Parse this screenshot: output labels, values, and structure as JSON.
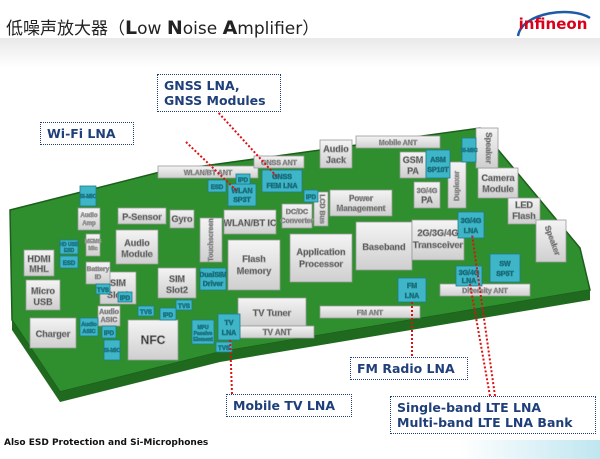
{
  "title": {
    "chinese": "低噪声放大器",
    "open": "（",
    "l_initial": "L",
    "l_rest": "ow ",
    "n_initial": "N",
    "n_rest": "oise ",
    "a_initial": "A",
    "a_rest": "mplifier",
    "close": "）"
  },
  "logo": {
    "text": "infineon",
    "color": "#d9001b"
  },
  "callouts": {
    "gnss": [
      "GNSS LNA,",
      "GNSS Modules"
    ],
    "wifi": "Wi-Fi LNA",
    "fm": "FM Radio LNA",
    "mobile_tv": "Mobile TV LNA",
    "lte": [
      "Single-band LTE LNA",
      "Multi-band LTE LNA Bank"
    ]
  },
  "board": {
    "color": "#2e8b2e",
    "chip_color": "#e4e4e4",
    "lna_color": "#3fb6c8",
    "chips": {
      "hdmi": [
        "HDMI",
        "MHL"
      ],
      "micro_usb": [
        "Micro",
        "USB"
      ],
      "charger": "Charger",
      "audio_asic": [
        "Audio",
        "ASIC"
      ],
      "battery_id": [
        "Battery",
        "ID"
      ],
      "p_sensor": "P-Sensor",
      "gyro": "Gyro",
      "audio_module": [
        "Audio",
        "Module"
      ],
      "sim1": [
        "SIM",
        "Slot1"
      ],
      "sim2": [
        "SIM",
        "Slot2"
      ],
      "touchscreen": [
        "Touchscreen",
        "Driver"
      ],
      "dual_sim": [
        "DualSIM",
        "Driver"
      ],
      "nfc": "NFC",
      "tv_tuner": "TV Tuner",
      "tv_ant": "TV ANT",
      "flash_memory": [
        "Flash",
        "Memory"
      ],
      "wlan_bt": "WLAN/BT IC",
      "wlan_ant": "WLAN/BT ANT",
      "gnss_ant": "GNSS ANT",
      "wlan_sp3t": [
        "WLAN",
        "SP3T"
      ],
      "gnss_fem": [
        "GNSS",
        "FEM LNA"
      ],
      "dcdc": [
        "DC/DC",
        "Converter"
      ],
      "lcd_bus": "LCD Bus",
      "app_processor": [
        "Application",
        "Processor"
      ],
      "power_mgmt": [
        "Power",
        "Management"
      ],
      "baseband": "Baseband",
      "transceiver": [
        "2G/3G/4G",
        "Transceiver"
      ],
      "gsm_pa": [
        "GSM",
        "PA"
      ],
      "pa_3g4g": [
        "3G/4G",
        "PA"
      ],
      "asm": [
        "ASM",
        "SP10T"
      ],
      "duplexer": "Duplexer",
      "camera": [
        "Camera",
        "Module"
      ],
      "led_flash": [
        "LED",
        "Flash"
      ],
      "speaker_top": "Speaker",
      "speaker_right": "Speaker",
      "audio_jack": [
        "Audio",
        "Jack"
      ],
      "mobile_ant": "Mobile ANT",
      "lna_3g4g": [
        "3G/4G",
        "LNA"
      ],
      "lna_3g4g_b": [
        "3G/4G",
        "LNA"
      ],
      "sw_sp5t": [
        "SW",
        "SP5T"
      ],
      "diversity_ant": "Diversity ANT",
      "fm_lna": [
        "FM",
        "LNA"
      ],
      "fm_ant": "FM ANT",
      "tv_lna": [
        "TV",
        "LNA"
      ],
      "esd_left": "ESD",
      "esd_mid": "ESD",
      "tvs_1": "TVS",
      "tvs_2": "TVS",
      "tvs_3": "TVS",
      "tvs_4": "TVS",
      "ipd_1": "IPD",
      "ipd_2": "IPD",
      "ipd_3": "IPD",
      "ipd_4": "IPD",
      "si_mic_1": "Si-MIC",
      "si_mic_2": "Si-MIC",
      "si_mic_3": "Si-MIC",
      "mems_mic": [
        "MEMS",
        "Mic"
      ],
      "audio_amp": [
        "Audio",
        "Amp"
      ],
      "audio_asic_b": [
        "Audio",
        "ASIC"
      ],
      "hd_usb": [
        "HD USB",
        "ESD"
      ],
      "ipd_5": "IPD",
      "mpu": [
        "MPU",
        "Passive",
        "Element"
      ]
    }
  },
  "footer": "Also ESD Protection and Si-Microphones"
}
